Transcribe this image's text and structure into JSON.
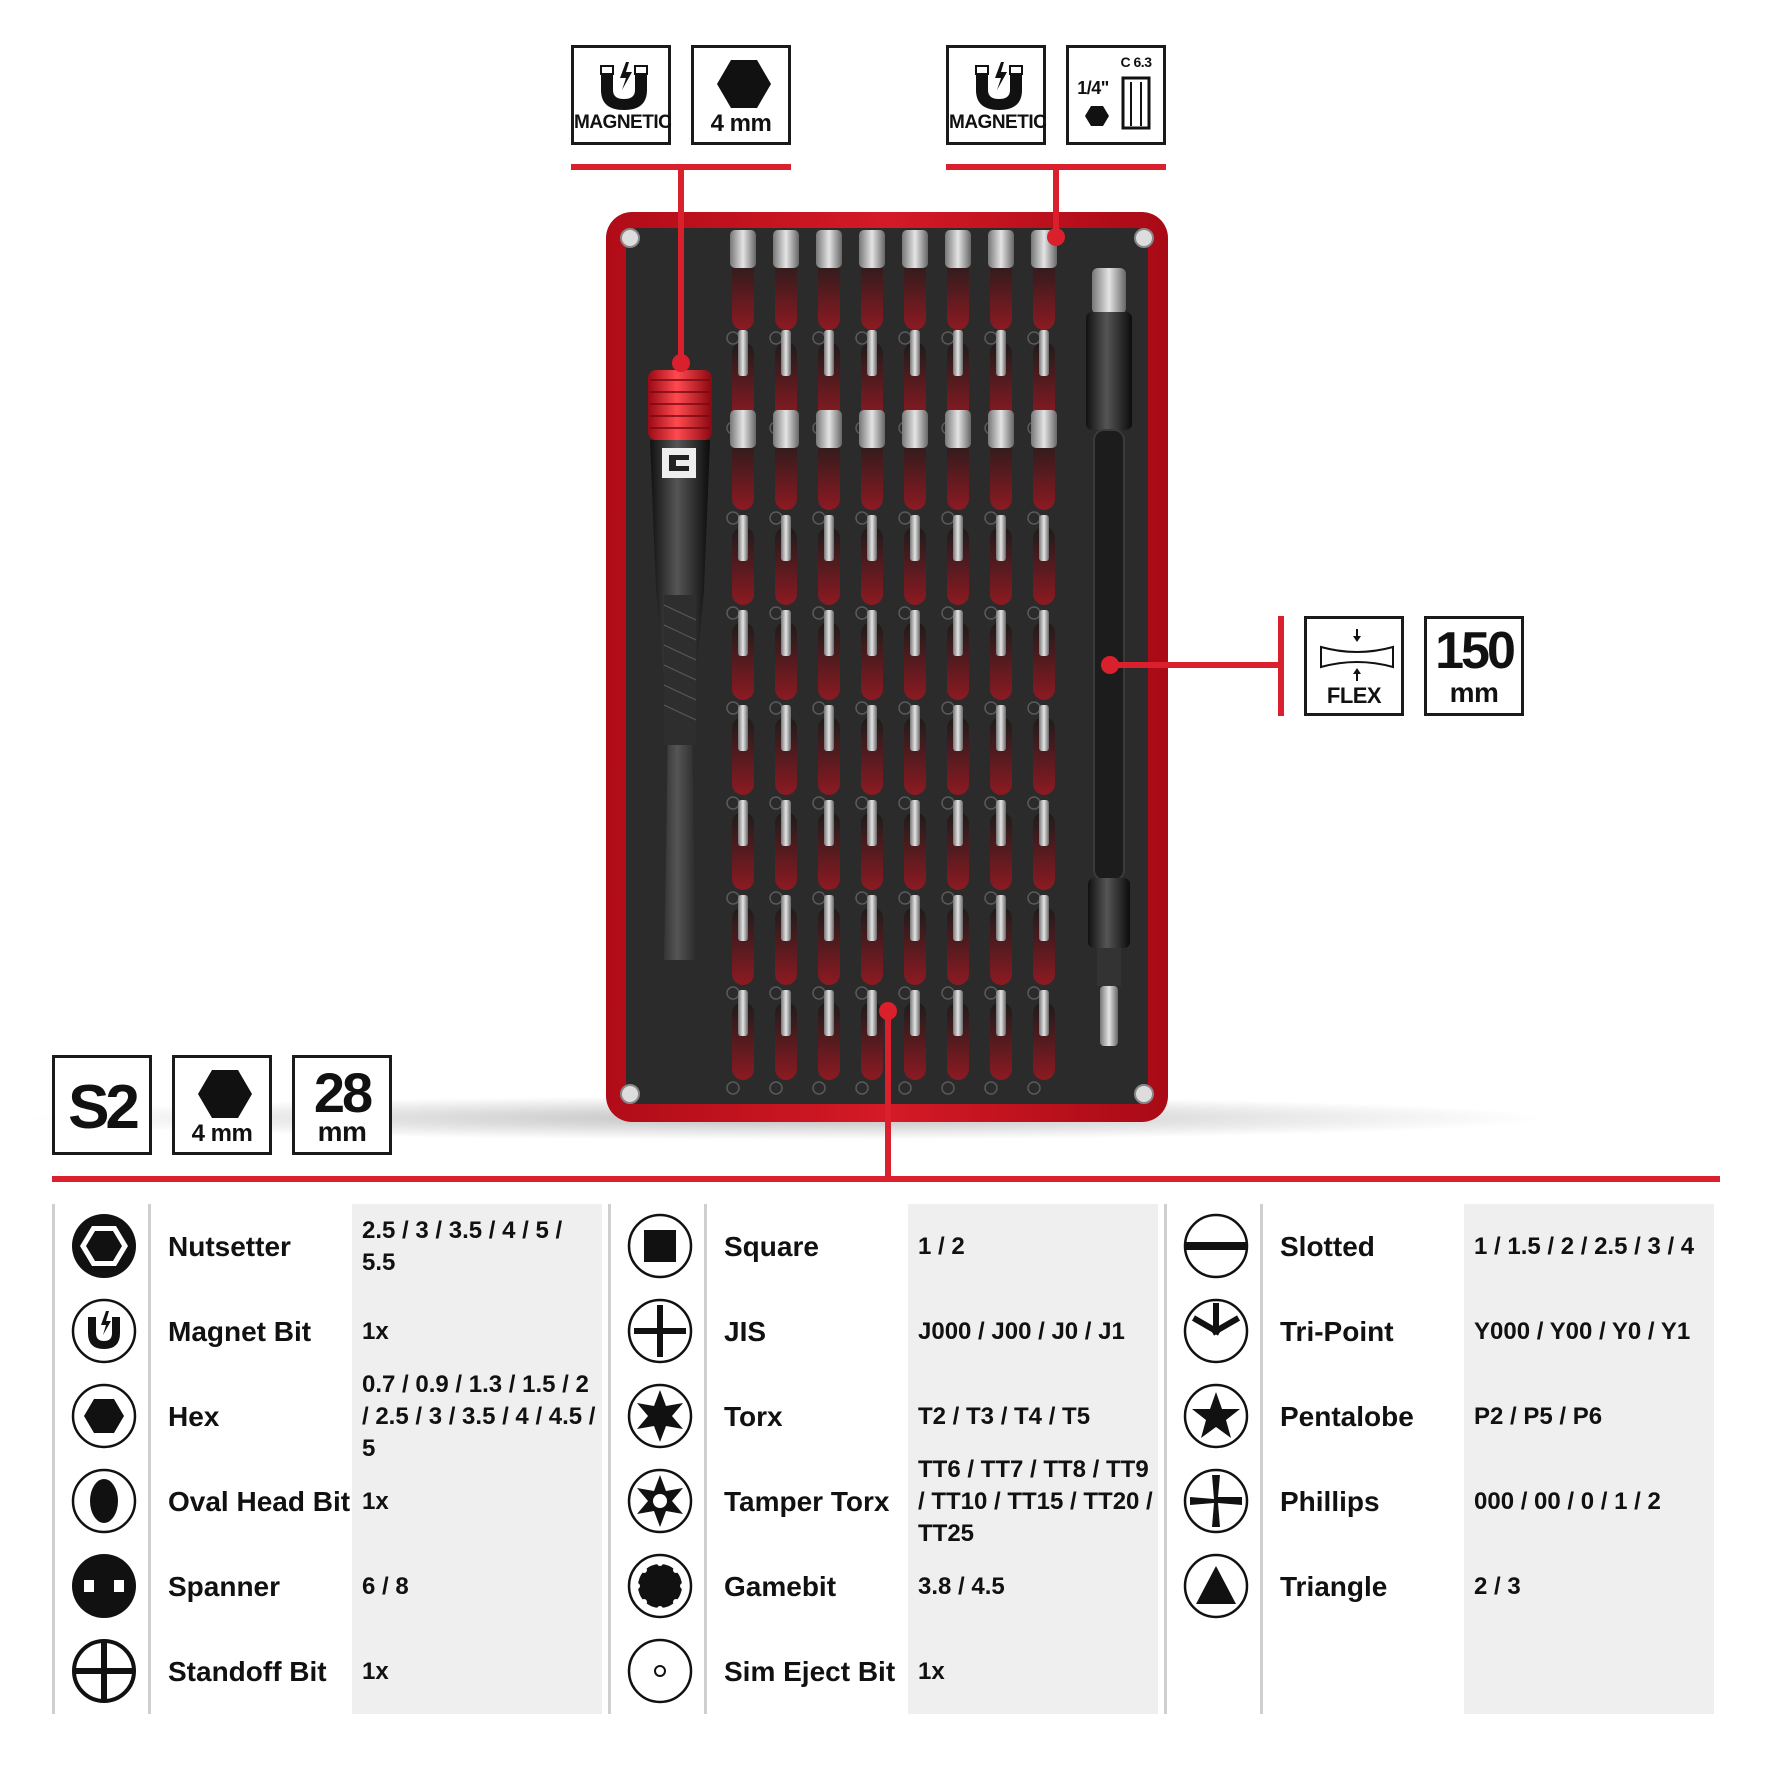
{
  "badges": {
    "magnetic_label": "MAGNETIC",
    "hex_4mm_label": "4 mm",
    "magnetic2_label": "MAGNETIC",
    "adapter_top": "C 6.3",
    "adapter_frac": "1/4\"",
    "flex_label": "FLEX",
    "length_value": "150",
    "length_unit": "mm",
    "s2_label": "S2",
    "hex_4mm_bottom_label": "4 mm",
    "bit_length_value": "28",
    "bit_length_unit": "mm"
  },
  "colors": {
    "accent": "#d9202c",
    "tray": "#2a2a2a",
    "case": "#c8101e"
  },
  "columns": [
    {
      "rows": [
        {
          "icon": "hexagon-outline-icon",
          "name": "Nutsetter",
          "values": "2.5 / 3 / 3.5 / 4 / 5 / 5.5"
        },
        {
          "icon": "magnet-icon",
          "name": "Magnet Bit",
          "values": "1x"
        },
        {
          "icon": "hexagon-icon",
          "name": "Hex",
          "values": "0.7 / 0.9 / 1.3 / 1.5 / 2 / 2.5 / 3 / 3.5 / 4 / 4.5 / 5"
        },
        {
          "icon": "oval-icon",
          "name": "Oval Head Bit",
          "values": "1x"
        },
        {
          "icon": "spanner-icon",
          "name": "Spanner",
          "values": "6 / 8"
        },
        {
          "icon": "standoff-icon",
          "name": "Standoff Bit",
          "values": "1x"
        }
      ]
    },
    {
      "rows": [
        {
          "icon": "square-icon",
          "name": "Square",
          "values": "1 / 2"
        },
        {
          "icon": "jis-icon",
          "name": "JIS",
          "values": "J000 / J00 / J0 / J1"
        },
        {
          "icon": "torx-icon",
          "name": "Torx",
          "values": "T2 / T3 / T4 / T5"
        },
        {
          "icon": "tamper-torx-icon",
          "name": "Tamper Torx",
          "values": "TT6 / TT7 / TT8 / TT9 / TT10 / TT15 / TT20 / TT25"
        },
        {
          "icon": "gamebit-icon",
          "name": "Gamebit",
          "values": "3.8 / 4.5"
        },
        {
          "icon": "sim-eject-icon",
          "name": "Sim Eject Bit",
          "values": "1x"
        }
      ]
    },
    {
      "rows": [
        {
          "icon": "slotted-icon",
          "name": "Slotted",
          "values": "1 / 1.5 / 2 / 2.5 / 3 / 4"
        },
        {
          "icon": "tri-point-icon",
          "name": "Tri-Point",
          "values": "Y000 / Y00 / Y0 / Y1"
        },
        {
          "icon": "pentalobe-icon",
          "name": "Pentalobe",
          "values": "P2 / P5 / P6"
        },
        {
          "icon": "phillips-icon",
          "name": "Phillips",
          "values": "000 / 00 / 0 / 1 / 2"
        },
        {
          "icon": "triangle-icon",
          "name": "Triangle",
          "values": "2 / 3"
        }
      ]
    }
  ]
}
